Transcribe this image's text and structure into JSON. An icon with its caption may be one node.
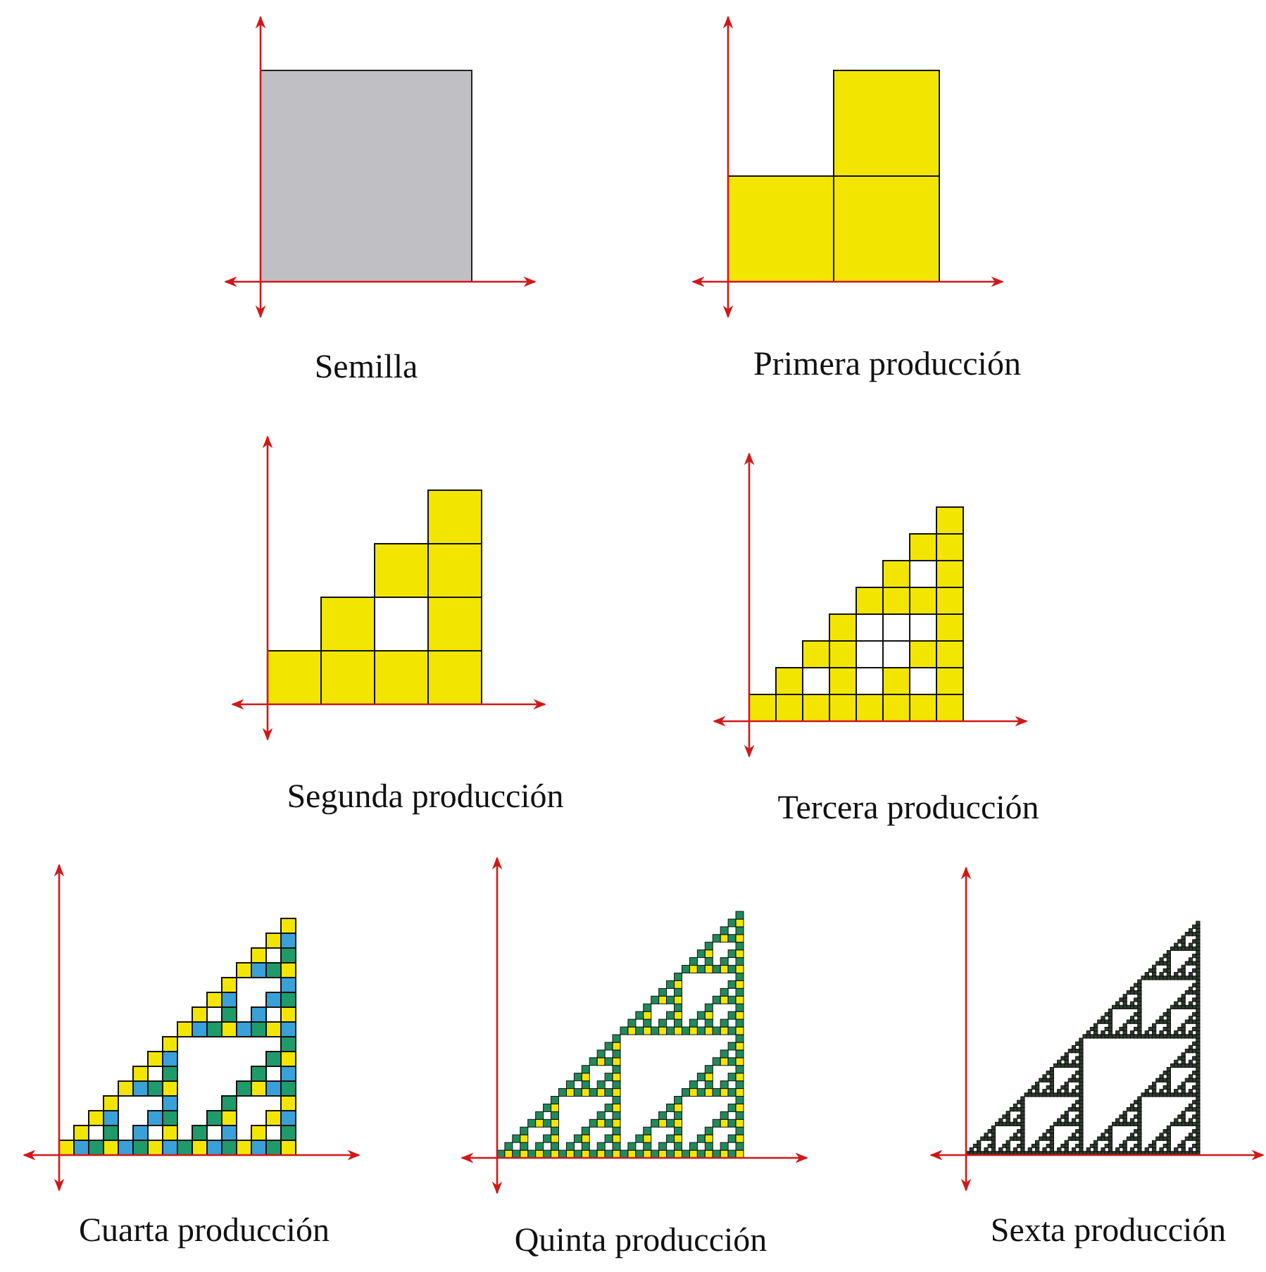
{
  "diagram": {
    "labels": [
      "Semilla",
      "Primera producción",
      "Segunda producción",
      "Tercera producción",
      "Cuarta producción",
      "Quinta producción",
      "Sexta producción"
    ]
  }
}
